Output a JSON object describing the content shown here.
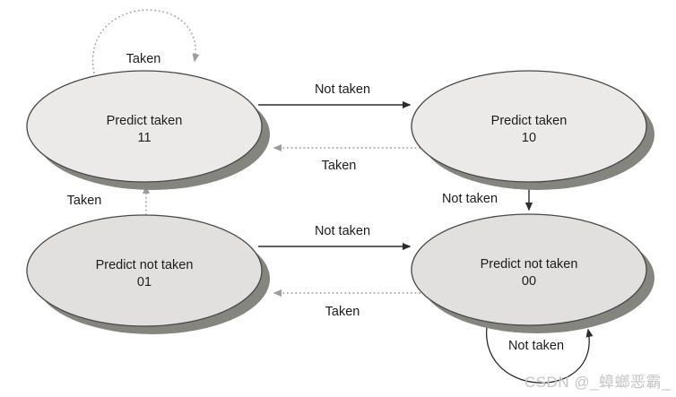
{
  "diagram_type": "state-machine",
  "states": {
    "s11": {
      "label": "Predict taken",
      "code": "11"
    },
    "s10": {
      "label": "Predict taken",
      "code": "10"
    },
    "s01": {
      "label": "Predict not taken",
      "code": "01"
    },
    "s00": {
      "label": "Predict not taken",
      "code": "00"
    }
  },
  "transitions": {
    "loop_11": {
      "label": "Taken",
      "style": "dotted",
      "from": "11",
      "to": "11"
    },
    "t11_to_10": {
      "label": "Not taken",
      "style": "solid",
      "from": "11",
      "to": "10"
    },
    "t10_to_11": {
      "label": "Taken",
      "style": "dotted",
      "from": "10",
      "to": "11"
    },
    "t01_to_11": {
      "label": "Taken",
      "style": "dotted",
      "from": "01",
      "to": "11"
    },
    "t10_to_00": {
      "label": "Not taken",
      "style": "solid",
      "from": "10",
      "to": "00"
    },
    "t01_to_00": {
      "label": "Not taken",
      "style": "solid",
      "from": "01",
      "to": "00"
    },
    "t00_to_01": {
      "label": "Taken",
      "style": "dotted",
      "from": "00",
      "to": "01"
    },
    "loop_00": {
      "label": "Not taken",
      "style": "solid",
      "from": "00",
      "to": "00"
    }
  },
  "watermark": "CSDN @_蟑螂恶霸_",
  "colors": {
    "background": "#ffffff",
    "state_fill_top": "#ebeae8",
    "state_fill_bottom": "#e1e0de",
    "state_shadow": "#85857f",
    "state_outline": "#474747",
    "solid_arrow": "#2b2b2b",
    "dotted_arrow": "#9c9c9c",
    "label_text": "#1c1c1c",
    "watermark_text": "#c6c4c4"
  }
}
